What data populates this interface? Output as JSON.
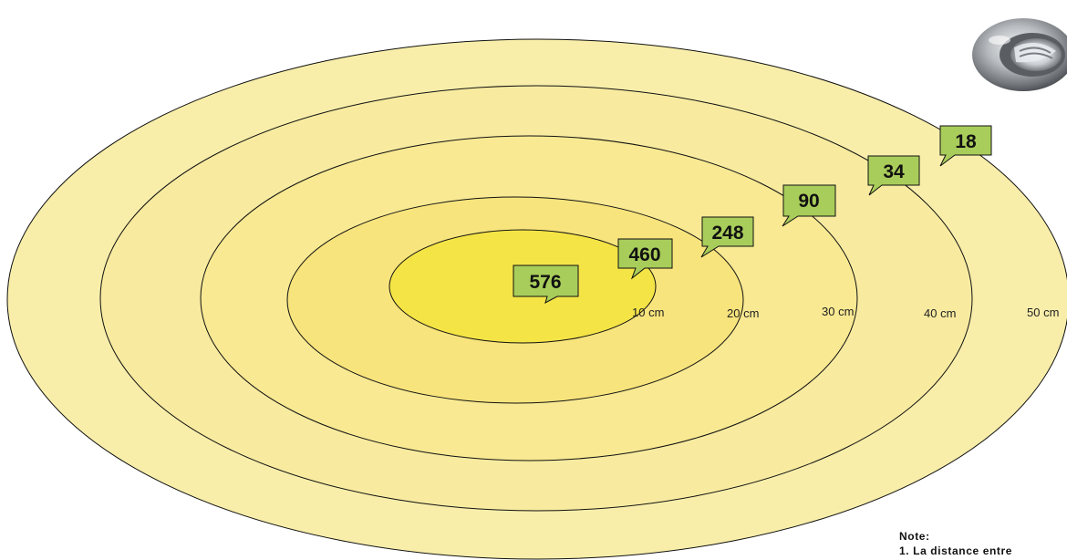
{
  "diagram": {
    "rings": [
      {
        "distance_label": "50 cm",
        "lux": "18",
        "color": "#f8eeaa"
      },
      {
        "distance_label": "40 cm",
        "lux": "34",
        "color": "#f8eba0"
      },
      {
        "distance_label": "30 cm",
        "lux": "90",
        "color": "#f8e992"
      },
      {
        "distance_label": "20 cm",
        "lux": "248",
        "color": "#f8e47c"
      },
      {
        "distance_label": "10 cm",
        "lux": "460",
        "color": "#f4e446"
      }
    ],
    "center_lux": "576",
    "callout_color": "#a9cd5a",
    "note": {
      "heading": "Note:",
      "line1": "1. La distance entre"
    },
    "product_image": "recessed-spotlight-photo"
  }
}
